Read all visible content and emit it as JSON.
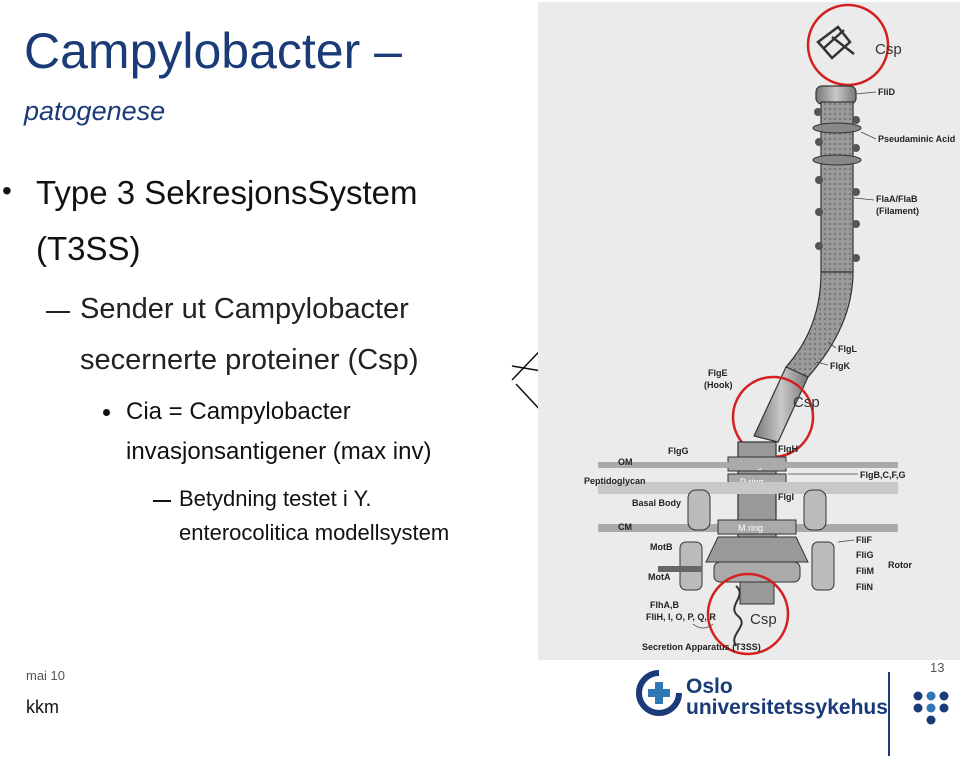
{
  "slide": {
    "title": "Campylobacter –",
    "subtitle": "patogenese",
    "bullet1_line1": "Type 3 SekresjonsSystem",
    "bullet1_line2": "(T3SS)",
    "dash1_line1": "Sender ut Campylobacter",
    "dash1_line2": "secernerte proteiner (Csp)",
    "bullet2_line1": "Cia = Campylobacter",
    "bullet2_line2": "invasjonsantigener (max inv)",
    "dash2_line1": "Betydning  testet i Y.",
    "dash2_line2": "enterocolitica modellsystem"
  },
  "figure": {
    "labels": {
      "csp_top": "Csp",
      "flid": "FliD",
      "pseudaminic": "Pseudaminic Acid",
      "flaa": "FlaA/FlaB",
      "filament": "(Filament)",
      "flgl": "FlgL",
      "flgk": "FlgK",
      "flge": "FlgE",
      "hook": "(Hook)",
      "csp_mid": "Csp",
      "flgg": "FlgG",
      "flgh": "FlgH",
      "om": "OM",
      "peptidoglycan": "Peptidoglycan",
      "l_ring": "L ring",
      "p_ring": "P ring",
      "flgbcfg": "FlgB,C,F,G",
      "basal_body": "Basal Body",
      "flgi": "FlgI",
      "cm": "CM",
      "m_ring": "M ring",
      "flif": "FliF",
      "flig": "FliG",
      "flim": "FliM",
      "flin": "FliN",
      "rotor": "Rotor",
      "motb": "MotB",
      "mota": "MotA",
      "flhab": "FlhA,B",
      "flih": "FliH, I, O, P, Q, R",
      "csp_bottom": "Csp",
      "secretion": "Secretion Apparatus (T3SS)"
    }
  },
  "footer": {
    "date": "mai 10",
    "author": "kkm",
    "page_number": "13",
    "logo_line1": "Oslo",
    "logo_line2": "universitetssykehus"
  },
  "colors": {
    "title": "#1a3a78",
    "circle": "#d42020",
    "logo_blue": "#1a3a78",
    "logo_light": "#2f77b5"
  }
}
